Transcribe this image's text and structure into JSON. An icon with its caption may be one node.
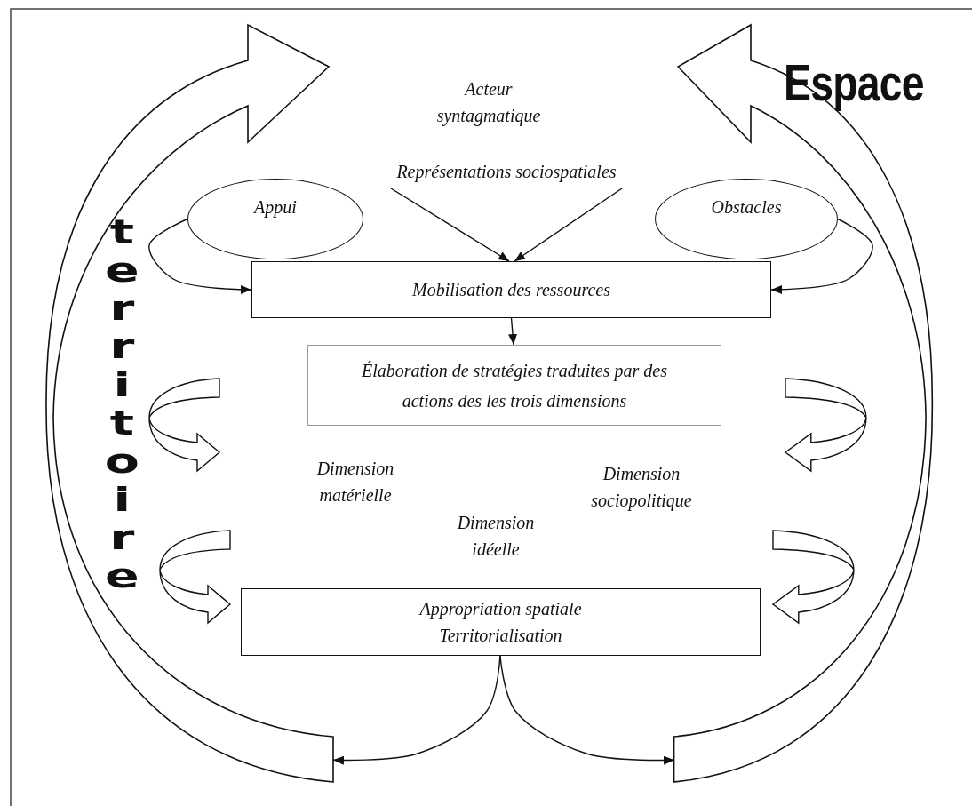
{
  "diagram": {
    "nodes": [
      {
        "text": [
          "Représentations sociospatiales"
        ]
      },
      {
        "text": [
          "Appui"
        ]
      },
      {
        "text": [
          "Obstacles"
        ]
      },
      {
        "text": [
          "Mobilisation des ressources"
        ]
      },
      {
        "text": [
          "Élaboration de stratégies traduites par des actions des les trois dimensions"
        ]
      },
      {
        "text": [
          "Appropriation spatiale Territorialisation"
        ]
      },
      {
        "text": [],
        "shape": "arrow"
      },
      {
        "text": [],
        "shape": "arrow"
      }
    ],
    "edges": [
      {
        "from": 0,
        "to": 3,
        "arrow": "to"
      },
      {
        "from": 0,
        "to": 3,
        "arrow": "to"
      },
      {
        "from": 1,
        "to": 3,
        "arrow": "to"
      },
      {
        "from": 2,
        "to": 3,
        "arrow": "to"
      },
      {
        "from": 3,
        "to": 4,
        "arrow": "to"
      },
      {
        "from": 5,
        "to": 6,
        "arrow": "to"
      },
      {
        "from": 5,
        "to": 7,
        "arrow": "to"
      }
    ],
    "labels": [
      "Acteur syntagmatique",
      "Espace",
      "territoire",
      "Dimension matérielle",
      "Dimension sociopolitique",
      "Dimension idéelle"
    ]
  }
}
